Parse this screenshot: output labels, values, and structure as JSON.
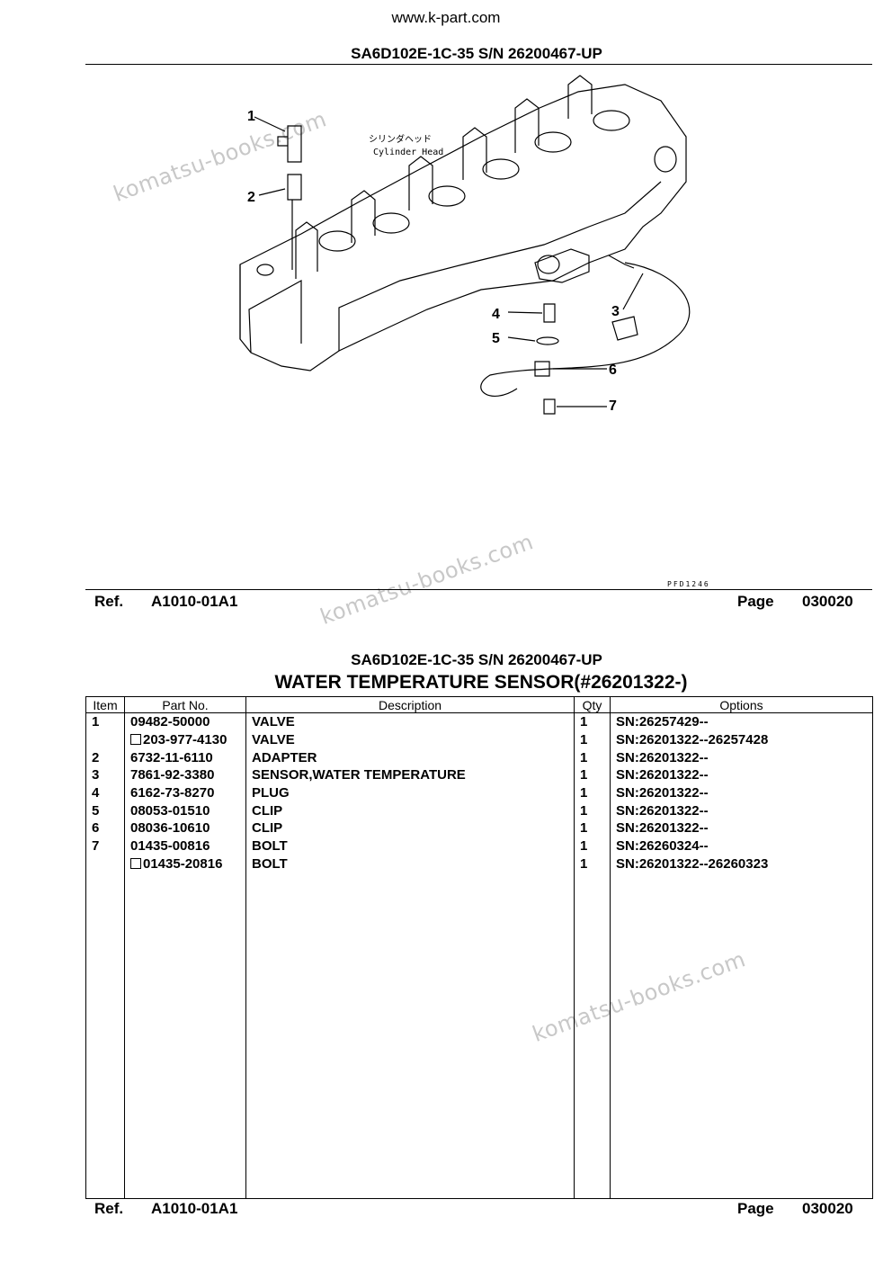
{
  "site": "www.k-part.com",
  "model_header": "SA6D102E-1C-35 S/N 26200467-UP",
  "diagram": {
    "label_jp": "シリンダヘッド",
    "label_en": "Cylinder Head",
    "drawing_code": "PFD1246",
    "callouts": [
      "1",
      "2",
      "3",
      "4",
      "5",
      "6",
      "7"
    ]
  },
  "ref_label": "Ref.",
  "ref_code": "A1010-01A1",
  "page_label": "Page",
  "page_number": "030020",
  "table_title": "WATER TEMPERATURE SENSOR(#26201322-)",
  "columns": [
    "Item",
    "Part No.",
    "Description",
    "Qty",
    "Options"
  ],
  "rows": [
    {
      "item": "1",
      "part": "09482-50000",
      "alt": false,
      "desc": "VALVE",
      "qty": "1",
      "opt": "SN:26257429--"
    },
    {
      "item": "",
      "part": "203-977-4130",
      "alt": true,
      "desc": "VALVE",
      "qty": "1",
      "opt": "SN:26201322--26257428"
    },
    {
      "item": "2",
      "part": "6732-11-6110",
      "alt": false,
      "desc": "ADAPTER",
      "qty": "1",
      "opt": "SN:26201322--"
    },
    {
      "item": "3",
      "part": "7861-92-3380",
      "alt": false,
      "desc": "SENSOR,WATER TEMPERATURE",
      "qty": "1",
      "opt": "SN:26201322--"
    },
    {
      "item": "4",
      "part": "6162-73-8270",
      "alt": false,
      "desc": "PLUG",
      "qty": "1",
      "opt": "SN:26201322--"
    },
    {
      "item": "5",
      "part": "08053-01510",
      "alt": false,
      "desc": "CLIP",
      "qty": "1",
      "opt": "SN:26201322--"
    },
    {
      "item": "6",
      "part": "08036-10610",
      "alt": false,
      "desc": "CLIP",
      "qty": "1",
      "opt": "SN:26201322--"
    },
    {
      "item": "7",
      "part": "01435-00816",
      "alt": false,
      "desc": "BOLT",
      "qty": "1",
      "opt": "SN:26260324--"
    },
    {
      "item": "",
      "part": "01435-20816",
      "alt": true,
      "desc": "BOLT",
      "qty": "1",
      "opt": "SN:26201322--26260323"
    }
  ],
  "watermark": "komatsu-books.com"
}
